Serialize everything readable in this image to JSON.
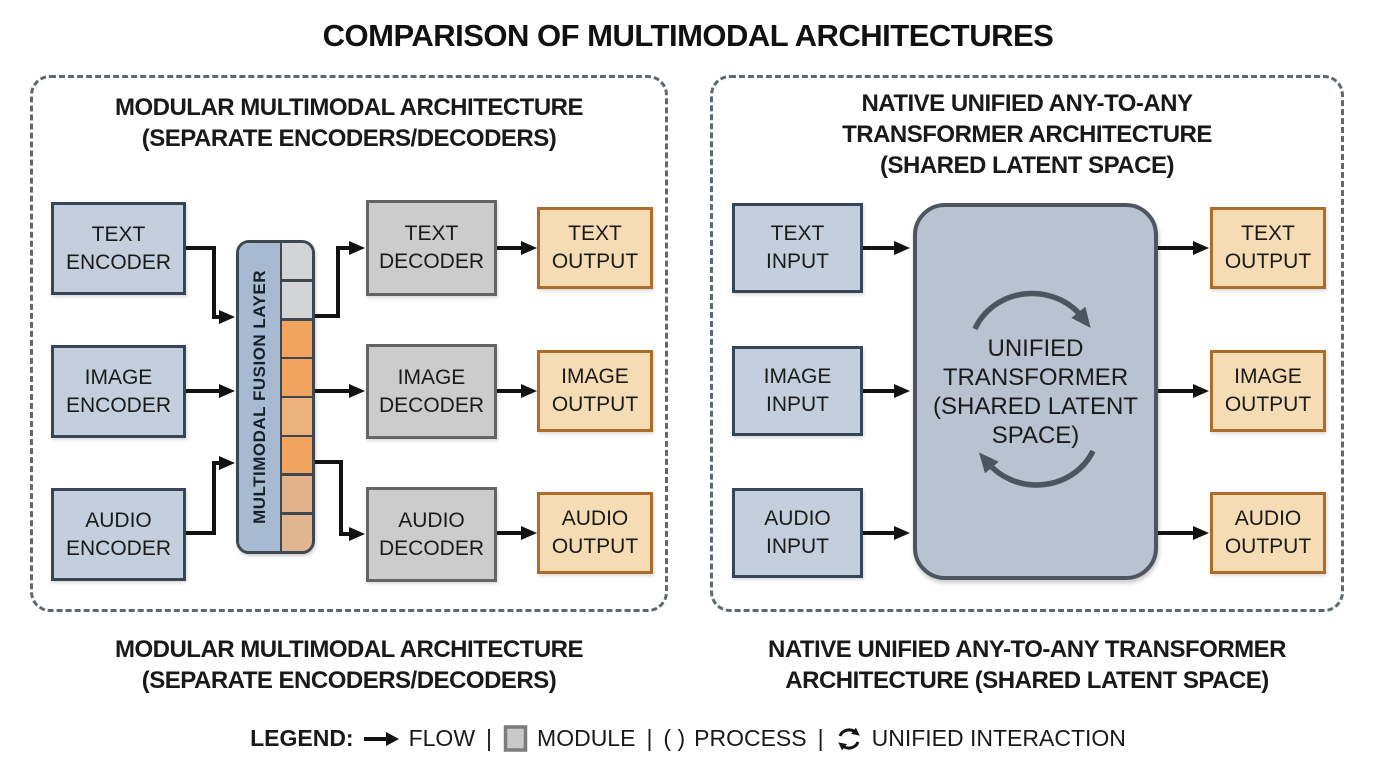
{
  "title": "COMPARISON OF MULTIMODAL ARCHITECTURES",
  "left_panel": {
    "header_line1": "MODULAR MULTIMODAL ARCHITECTURE",
    "header_line2": "(SEPARATE ENCODERS/DECODERS)",
    "encoders": [
      "TEXT\nENCODER",
      "IMAGE\nENCODER",
      "AUDIO\nENCODER"
    ],
    "fusion_label": "MULTIMODAL FUSION LAYER",
    "fusion_segment_colors": [
      "#d3d4d5",
      "#d3d4d5",
      "#f0a45f",
      "#f0a45f",
      "#ecb27c",
      "#f0a45f",
      "#e2b28a",
      "#e0b691"
    ],
    "decoders": [
      "TEXT\nDECODER",
      "IMAGE\nDECODER",
      "AUDIO\nDECODER"
    ],
    "outputs": [
      "TEXT\nOUTPUT",
      "IMAGE\nOUTPUT",
      "AUDIO\nOUTPUT"
    ],
    "caption_line1": "MODULAR MULTIMODAL ARCHITECTURE",
    "caption_line2": "(SEPARATE ENCODERS/DECODERS)"
  },
  "right_panel": {
    "header_line1": "NATIVE UNIFIED ANY-TO-ANY",
    "header_line2": "TRANSFORMER ARCHITECTURE",
    "header_line3": "(SHARED LATENT SPACE)",
    "inputs": [
      "TEXT\nINPUT",
      "IMAGE\nINPUT",
      "AUDIO\nINPUT"
    ],
    "transformer_label": "UNIFIED\nTRANSFORMER\n(SHARED LATENT\nSPACE)",
    "outputs": [
      "TEXT\nOUTPUT",
      "IMAGE\nOUTPUT",
      "AUDIO\nOUTPUT"
    ],
    "caption_line1": "NATIVE UNIFIED ANY-TO-ANY TRANSFORMER",
    "caption_line2": "ARCHITECTURE (SHARED LATENT SPACE)"
  },
  "legend": {
    "label": "LEGEND:",
    "flow": "FLOW",
    "module": "MODULE",
    "process_symbol": "( )",
    "process": "PROCESS",
    "unified": "UNIFIED INTERACTION",
    "separator": "|"
  },
  "colors": {
    "box-blue": "#c3cfdc",
    "box-blue-border": "#36465a",
    "module-gray": "#cccccc",
    "module-gray-border": "#646464",
    "output-orange": "#f6dcb4",
    "output-orange-border": "#ad6d2a",
    "fusion-blue": "#a7bad1",
    "fusion-border": "#3f4851",
    "transformer-blue": "#b8c2d1",
    "transformer-border": "#4d5660",
    "panel-border": "#5d686f",
    "arrow-black": "#121212",
    "cycle-gray": "#4b5560"
  }
}
